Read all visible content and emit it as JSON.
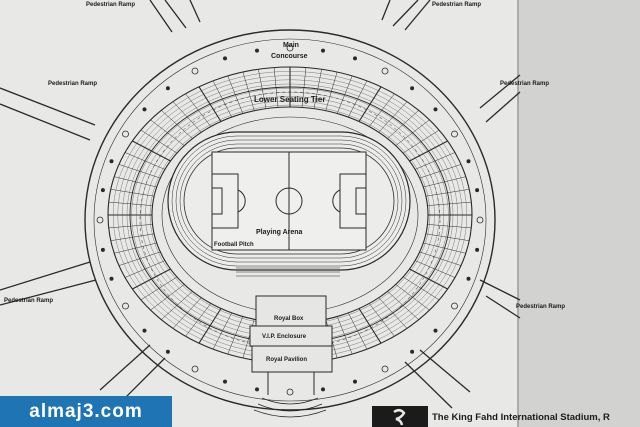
{
  "labels": {
    "pedestrian_ramp": "Pedestrian Ramp",
    "main_concourse_1": "Main",
    "main_concourse_2": "Concourse",
    "lower_seating_tier": "Lower Seating Tier",
    "playing_arena": "Playing   Arena",
    "football_pitch": "Football Pitch",
    "royal_box": "Royal Box",
    "vip_enclosure": "V.I.P. Enclosure",
    "royal_pavilion": "Royal Pavilion"
  },
  "caption": "The King Fahd International Stadium, R",
  "watermark": "almaj3.com",
  "colors": {
    "paper": "#e8e8e6",
    "ink": "#2a2a2a",
    "pitch": "#ececea",
    "watermark_bg": "#1f74b4",
    "watermark_text": "#ffffff"
  }
}
